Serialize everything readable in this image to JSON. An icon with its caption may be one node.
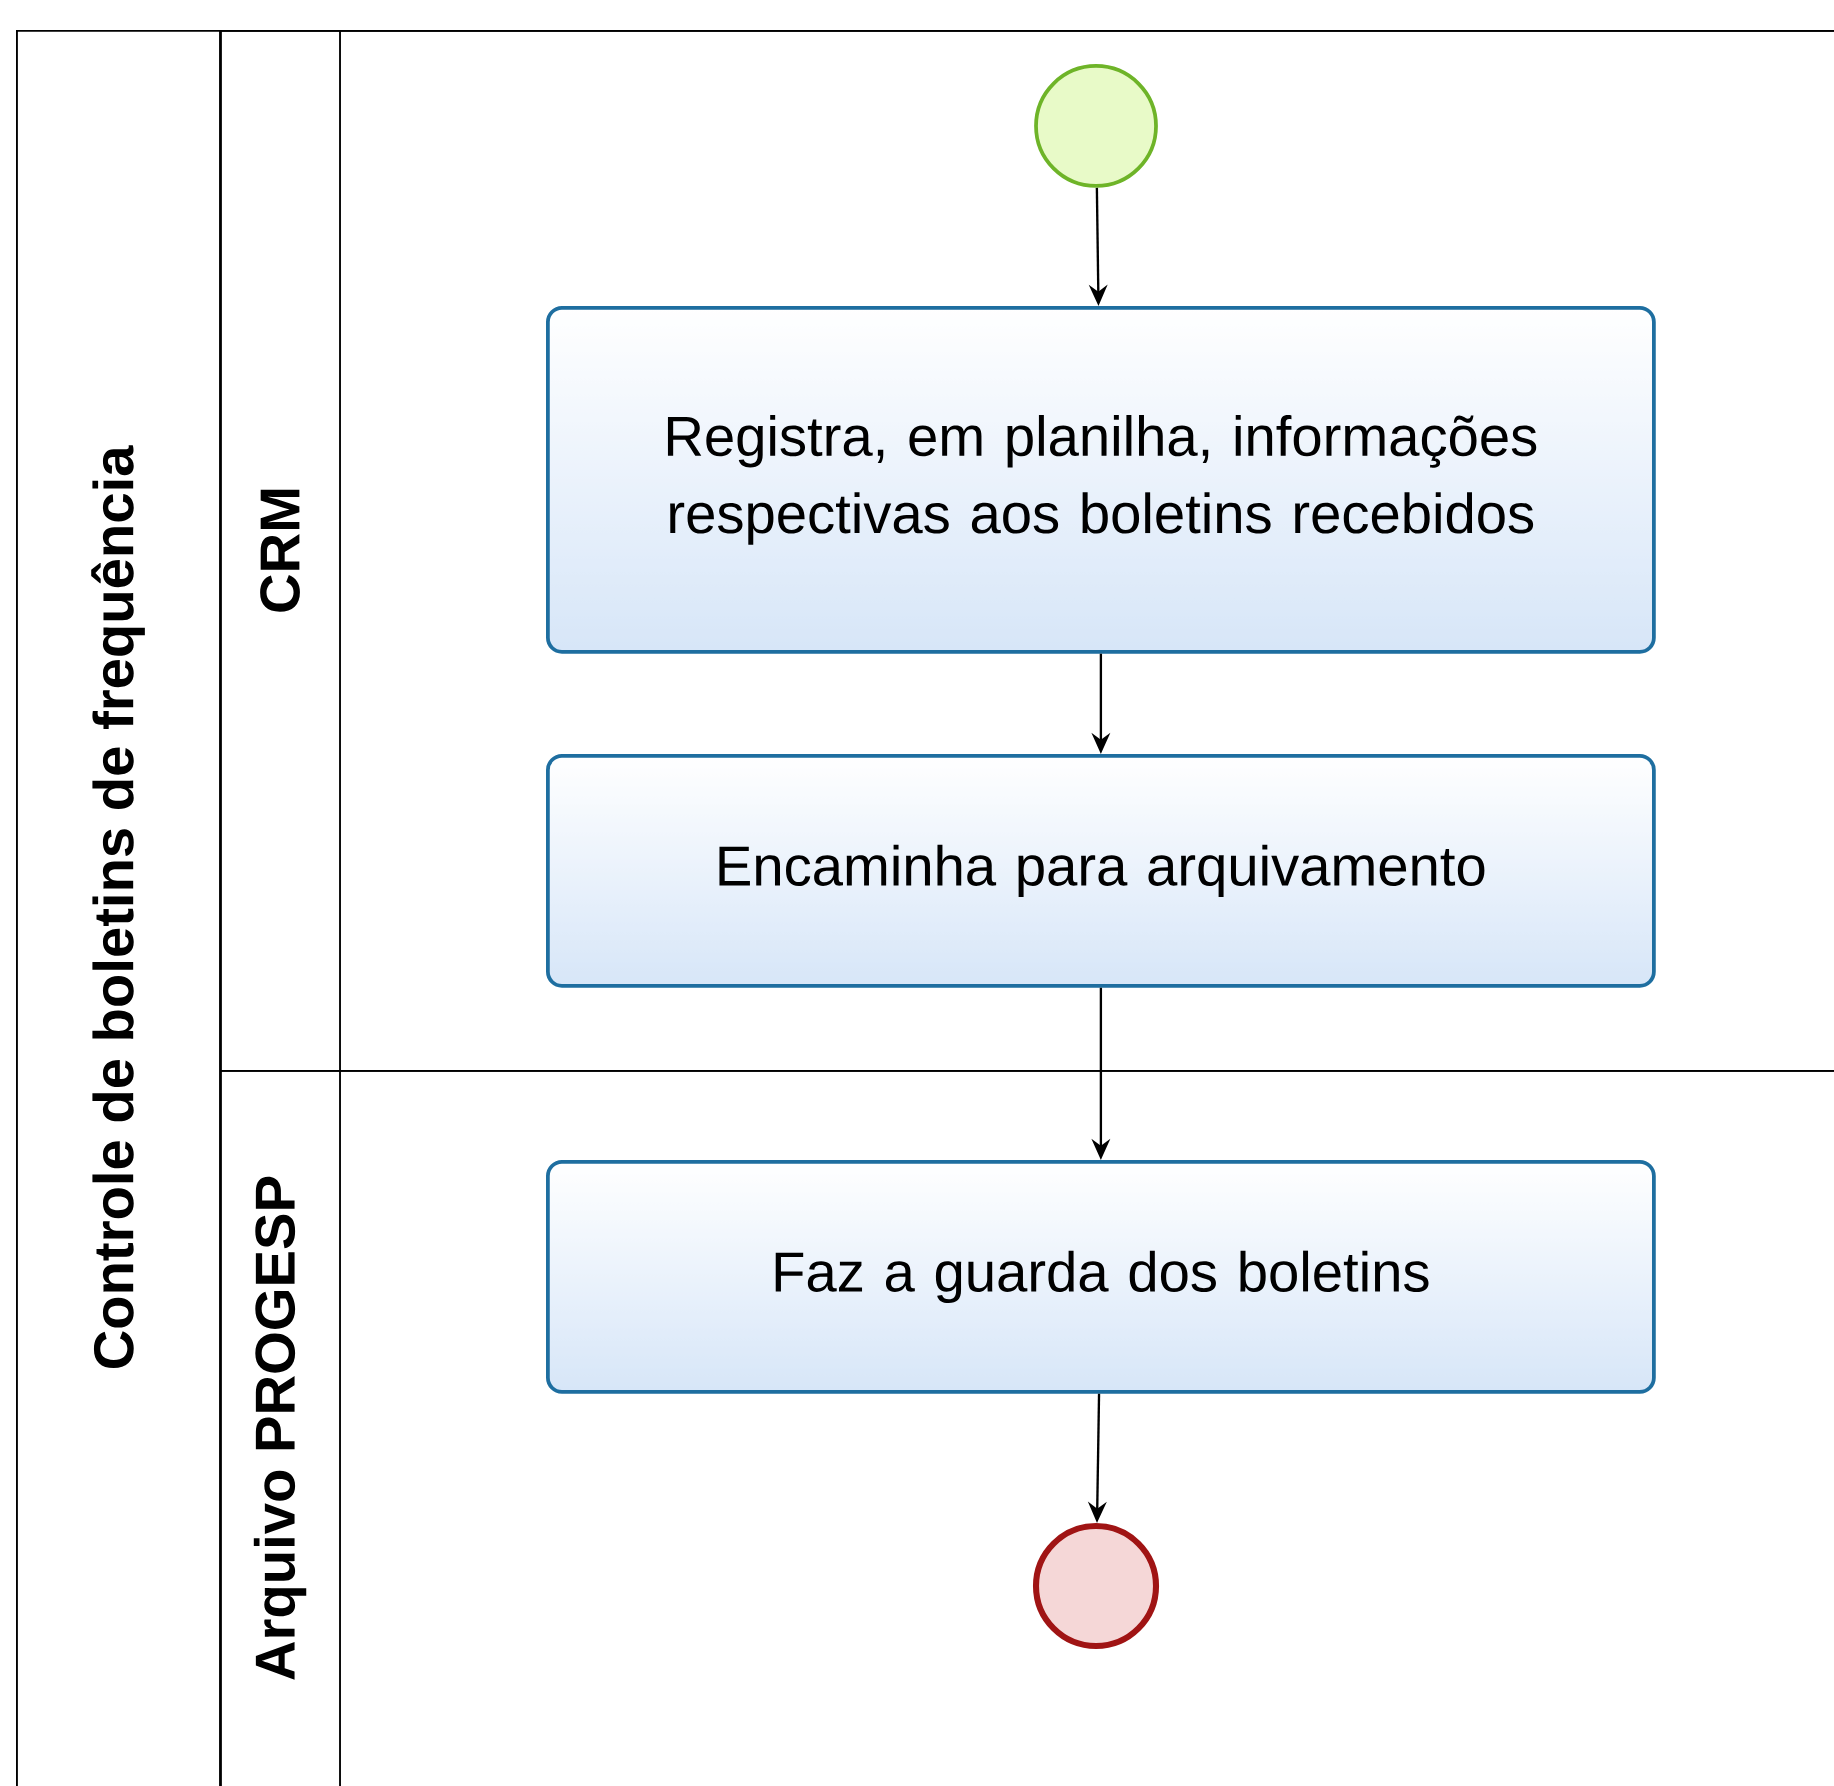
{
  "diagram": {
    "nodes": [
      {
        "text": [
          "Controle de boletins de frequência"
        ]
      },
      {
        "text": [
          "CRM"
        ],
        "in": 0
      },
      {
        "text": [],
        "shape": "circle",
        "in": 1
      },
      {
        "text": [
          "Registra, em planilha, informações respectivas aos boletins recebidos"
        ],
        "in": 1
      },
      {
        "text": [
          "Encaminha para arquivamento"
        ],
        "in": 1
      },
      {
        "text": [
          "Arquivo PROGESP"
        ],
        "in": 0
      },
      {
        "text": [
          "Faz a guarda dos boletins"
        ],
        "in": 5
      },
      {
        "text": [],
        "shape": "circle",
        "in": 5
      }
    ],
    "edges": [
      {
        "from": 2,
        "to": 3,
        "arrow": "to"
      },
      {
        "from": 3,
        "to": 4,
        "arrow": "to"
      },
      {
        "from": 4,
        "to": 6,
        "arrow": "to"
      },
      {
        "from": 6,
        "to": 7,
        "arrow": "to"
      }
    ]
  }
}
